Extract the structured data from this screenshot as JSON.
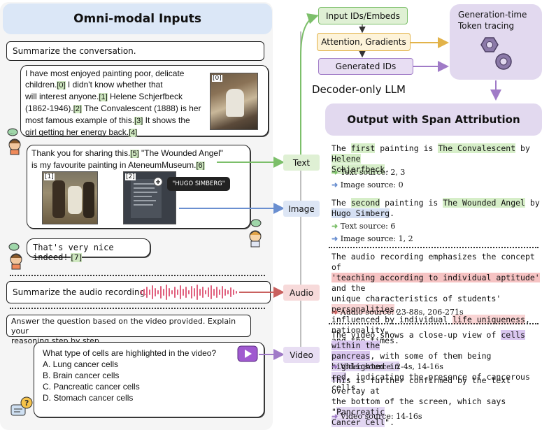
{
  "left": {
    "title": "Omni-modal Inputs",
    "prompt1": "Summarize the conversation.",
    "msg1": {
      "line1": "I have most enjoyed painting poor, delicate",
      "line2a": "children.",
      "cite0": "[0]",
      "line2b": " I didn't know whether that",
      "line3a": "will interest anyone.",
      "cite1": "[1]",
      "line3b": " Helene Schjerfbeck",
      "line4a": "(1862-1946).",
      "cite2": "[2]",
      "line4b": " The Convalescent (1888) is her",
      "line5a": "most famous example of this.",
      "cite3": "[3]",
      "line5b": " It shows the",
      "line6a": "girl getting her energy back.",
      "cite4": "[4]",
      "img_label": "[0]"
    },
    "msg2": {
      "line1a": "Thank you for sharing this.",
      "cite5": "[5]",
      "line1b": " \"The Wounded Angel\"",
      "line2a": "is my favourite painting in AteneumMuseum.",
      "cite6": "[6]",
      "img1_label": "[1]",
      "img2_label": "[2]",
      "callout": "\"HUGO SIMBERG\""
    },
    "msg3": {
      "text": "That's very nice indeed!",
      "cite7": "[7]"
    },
    "prompt2": "Summarize the audio recording.",
    "prompt3": {
      "line1": "Answer the question based on the video provided. Explain your",
      "line2": "reasoning step by step."
    },
    "question": {
      "q": "What type of cells are highlighted in the video?",
      "a": "A. Lung cancer cells",
      "b": "B. Brain cancer cells",
      "c": "C. Pancreatic cancer cells",
      "d": "D. Stomach cancer cells"
    }
  },
  "modalities": {
    "text": "Text",
    "image": "Image",
    "audio": "Audio",
    "video": "Video"
  },
  "llm": {
    "input": "Input IDs/Embeds",
    "attention": "Attention, Gradients",
    "generated": "Generated IDs",
    "label": "Decoder-only LLM",
    "tracing_line1": "Generation-time",
    "tracing_line2": "Token tracing"
  },
  "output": {
    "title": "Output with Span Attribution",
    "s1": {
      "p1": "The ",
      "first": "first",
      "p2": " painting is ",
      "conv": "The Convalescent",
      "p3": " by ",
      "helene": "Helene",
      "schjerfbeck": "Schjerfbeck",
      "p4": ".",
      "text_src_label": "Text source: ",
      "text_src": "2, 3",
      "img_src_label": "Image source:",
      "img_src": "0"
    },
    "s2": {
      "p1": "The ",
      "second": "second",
      "p2": " painting is ",
      "angel": "The Wounded Angel",
      "p3": " by",
      "hugo": "Hugo Simberg",
      "p4": ".",
      "text_src_label": "Text source: ",
      "text_src": "6",
      "img_src_label": "Image source:",
      "img_src": "1, 2"
    },
    "s3": {
      "l1": "The audio recording emphasizes the concept of",
      "teach": "'teaching according to individual aptitude'",
      "l2b": " and the",
      "l3a": "unique characteristics of students' ",
      "pers": "personalities",
      "l3b": ",",
      "l4a": "influenced by individual ",
      "life": "life uniqueness",
      "l4b": ", nationality,",
      "l5": "and the times.",
      "audio_src_label": "Audio source: ",
      "audio_src": "23-88s, 206-271s"
    },
    "s4": {
      "l1a": "The video shows a close-up view of ",
      "cells": "cells within the",
      "pancreas": "pancreas",
      "l2b": ", with some of them being ",
      "highlighted": "highlighted in",
      "red": "red",
      "l3b": ", indicating the presence of cancerous cells.",
      "video_src_label": "Video source: ",
      "video_src": "2-4s, 14-16s",
      "l4": "This is further confirmed by the text overlay at",
      "l5a": "the bottom of the screen, which says \"",
      "pcc1": "Pancreatic",
      "pcc2": "Cancer Cell",
      "l6b": "\".",
      "video_src2_label": "Video source: ",
      "video_src2": "14-16s"
    }
  },
  "colors": {
    "green": "#7cbf6a",
    "blue": "#6a8fd0",
    "red": "#c9615f",
    "purple": "#a07bc7",
    "gold": "#e2b34a",
    "green_box": "#dff0d4",
    "blue_box": "#dde6f5",
    "red_box": "#f7dada",
    "purple_box": "#e8def3"
  }
}
